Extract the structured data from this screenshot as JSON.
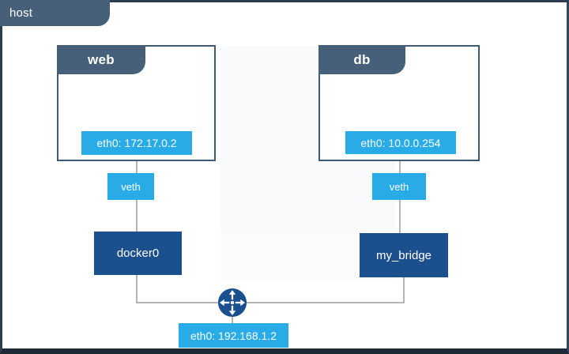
{
  "host": {
    "label": "host",
    "interface_label": "eth0: 192.168.1.2"
  },
  "containers": [
    {
      "name": "web",
      "interface_label": "eth0: 172.17.0.2",
      "veth_label": "veth",
      "bridge_label": "docker0"
    },
    {
      "name": "db",
      "interface_label": "eth0: 10.0.0.254",
      "veth_label": "veth",
      "bridge_label": "my_bridge"
    }
  ],
  "icons": {
    "router": "four-way-arrows-icon"
  },
  "colors": {
    "host_header": "#46607A",
    "host_border": "#2B3D4F",
    "container_header": "#46607A",
    "container_border": "#3E5B76",
    "interface_badge": "#29ABE8",
    "bridge_box": "#1B4F8E",
    "router_circle": "#1B4F8E",
    "connector_line": "#B5B5B5"
  }
}
